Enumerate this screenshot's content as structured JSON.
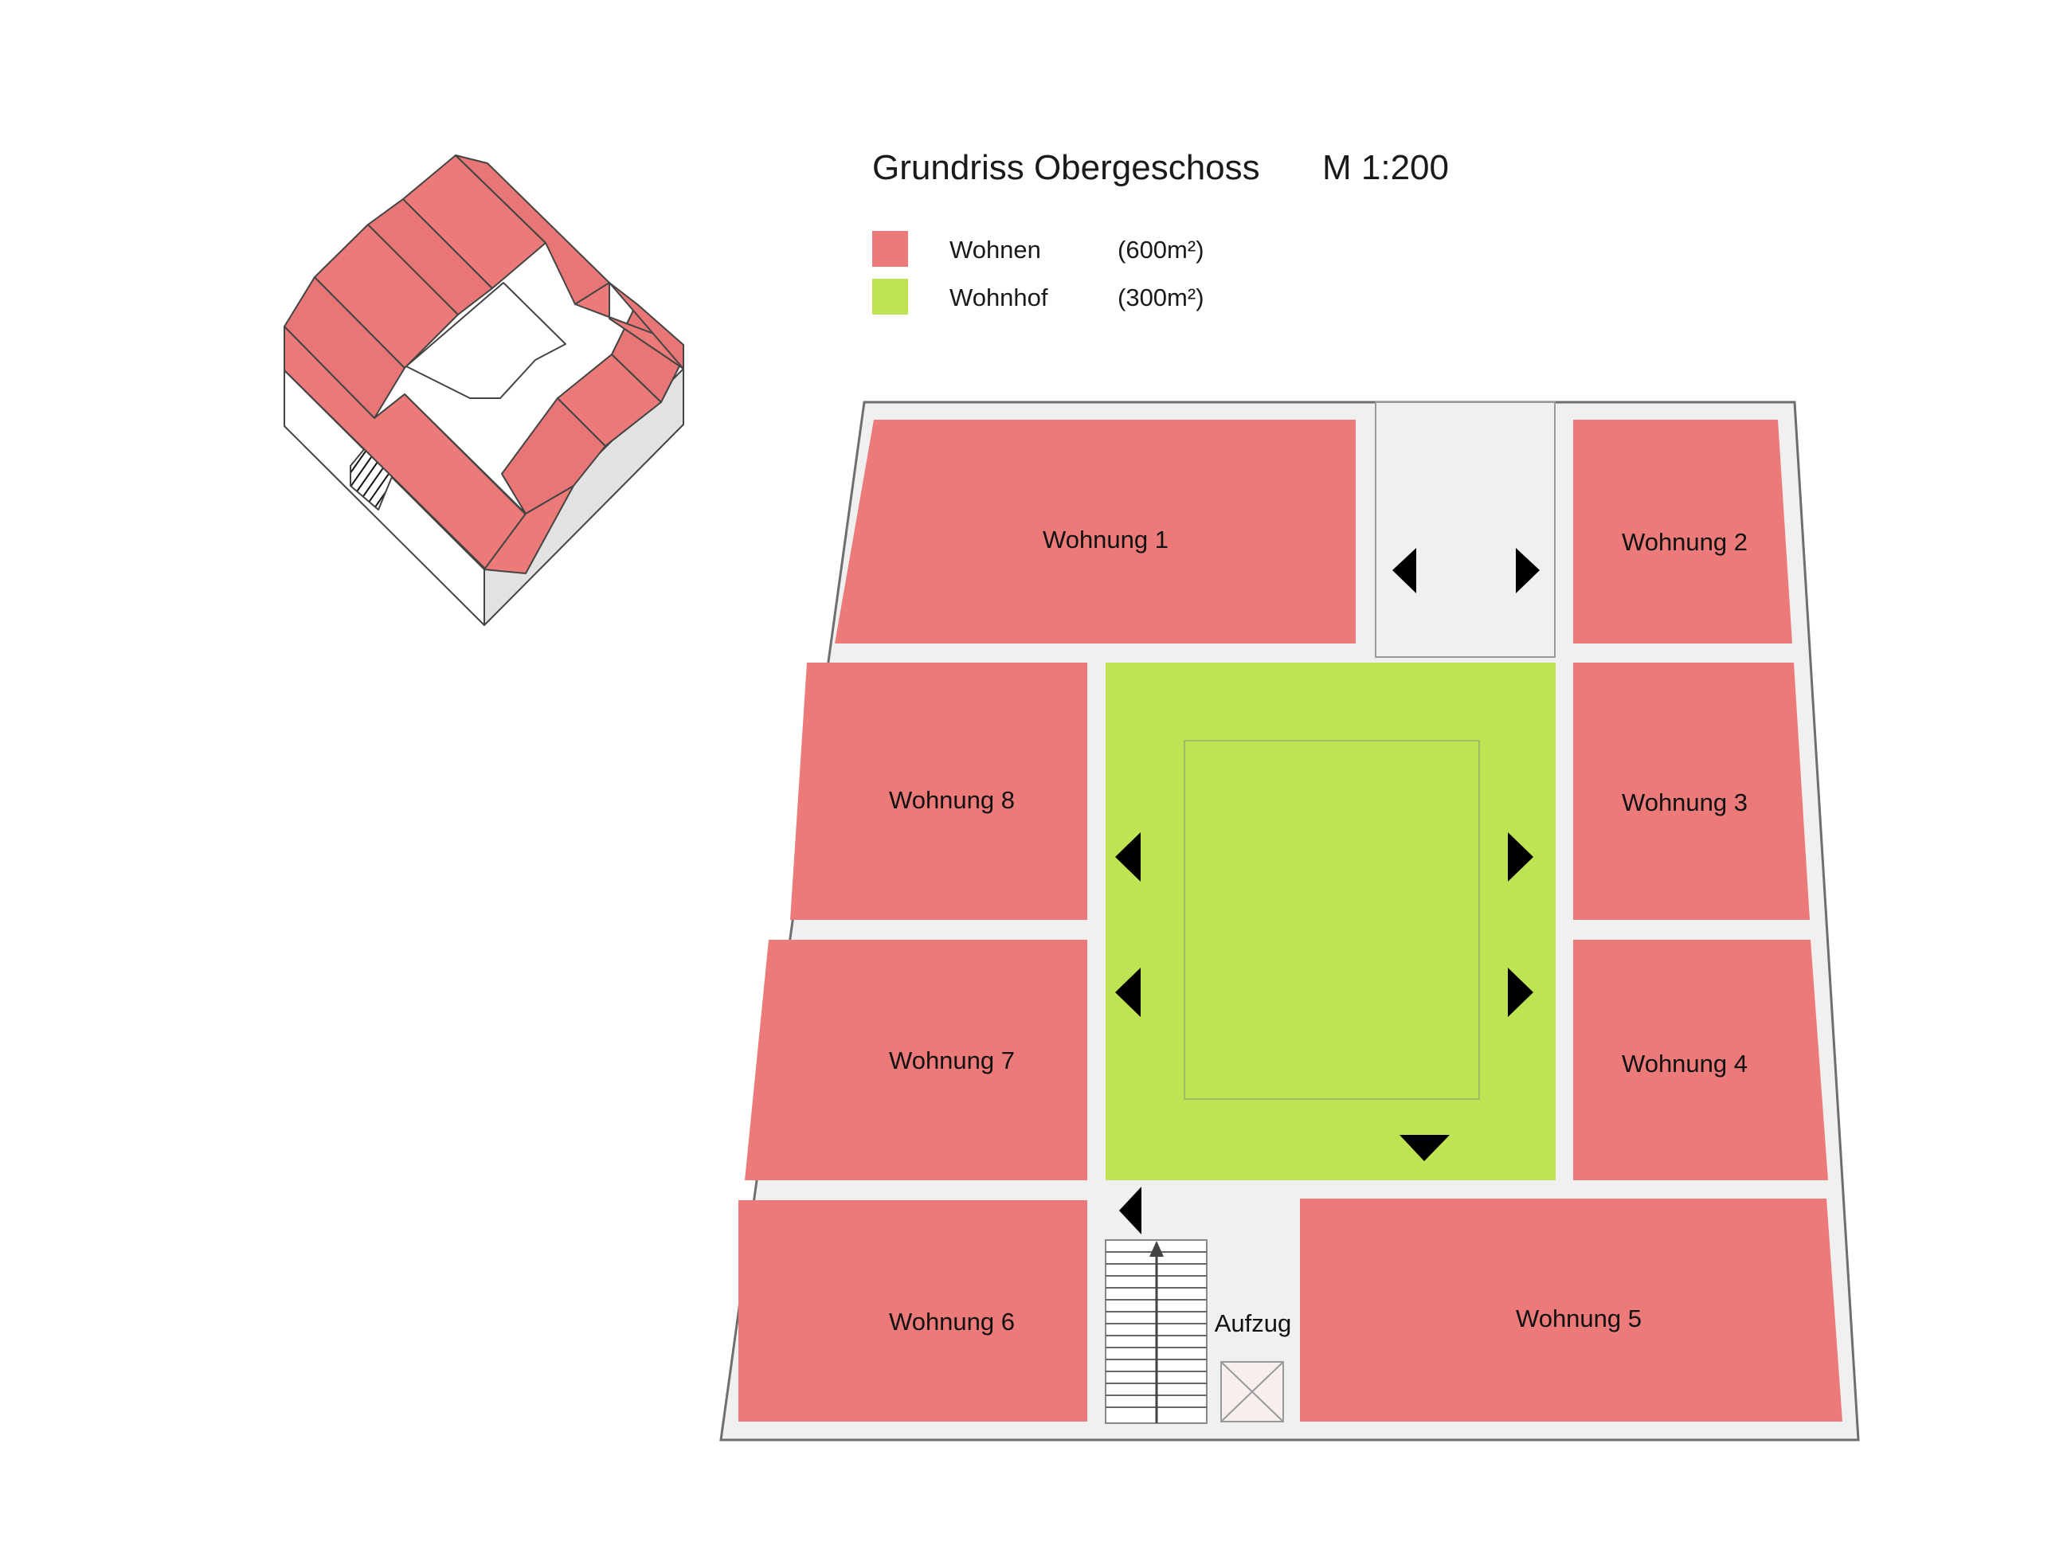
{
  "title": "Grundriss Obergeschoss",
  "scale": "M 1:200",
  "colors": {
    "wohnen": "#eb7a79",
    "wohnhof": "#bfe453",
    "circulation": "#f0f0f0",
    "roof": "#e87676",
    "wall": "#ffffff"
  },
  "legend": [
    {
      "label": "Wohnen",
      "area": "(600m²)",
      "color": "#eb7a79"
    },
    {
      "label": "Wohnhof",
      "area": "(300m²)",
      "color": "#bfe453"
    }
  ],
  "units": [
    {
      "id": 1,
      "label": "Wohnung 1"
    },
    {
      "id": 2,
      "label": "Wohnung 2"
    },
    {
      "id": 3,
      "label": "Wohnung 3"
    },
    {
      "id": 4,
      "label": "Wohnung 4"
    },
    {
      "id": 5,
      "label": "Wohnung 5"
    },
    {
      "id": 6,
      "label": "Wohnung 6"
    },
    {
      "id": 7,
      "label": "Wohnung 7"
    },
    {
      "id": 8,
      "label": "Wohnung 8"
    }
  ],
  "elevator_label": "Aufzug",
  "icons": [
    "access-arrow-icon",
    "stair-icon",
    "elevator-icon",
    "isometric-building-icon"
  ]
}
